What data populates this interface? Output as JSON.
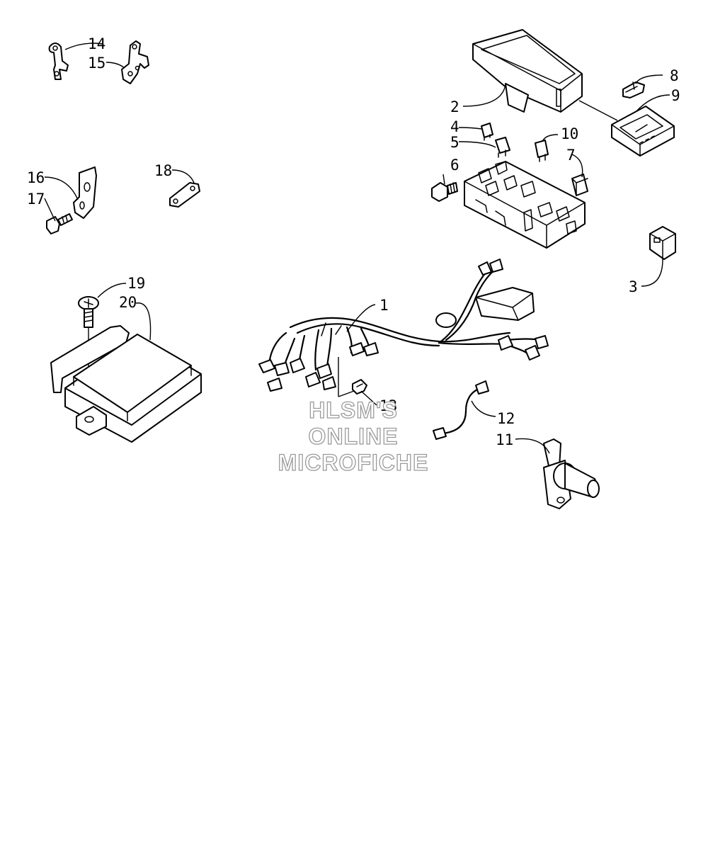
{
  "diagram": {
    "callouts": [
      {
        "id": "c1",
        "label": "1"
      },
      {
        "id": "c2",
        "label": "2"
      },
      {
        "id": "c3",
        "label": "3"
      },
      {
        "id": "c4",
        "label": "4"
      },
      {
        "id": "c5",
        "label": "5"
      },
      {
        "id": "c6",
        "label": "6"
      },
      {
        "id": "c7",
        "label": "7"
      },
      {
        "id": "c8",
        "label": "8"
      },
      {
        "id": "c9",
        "label": "9"
      },
      {
        "id": "c10",
        "label": "10"
      },
      {
        "id": "c11",
        "label": "11"
      },
      {
        "id": "c12",
        "label": "12"
      },
      {
        "id": "c13",
        "label": "13"
      },
      {
        "id": "c14",
        "label": "14"
      },
      {
        "id": "c15",
        "label": "15"
      },
      {
        "id": "c16",
        "label": "16"
      },
      {
        "id": "c17",
        "label": "17"
      },
      {
        "id": "c18",
        "label": "18"
      },
      {
        "id": "c19",
        "label": "19"
      },
      {
        "id": "c20",
        "label": "20"
      }
    ]
  },
  "watermark": {
    "line1": "HLSM'S",
    "line2": "ONLINE",
    "line3": "MICROFICHE"
  }
}
